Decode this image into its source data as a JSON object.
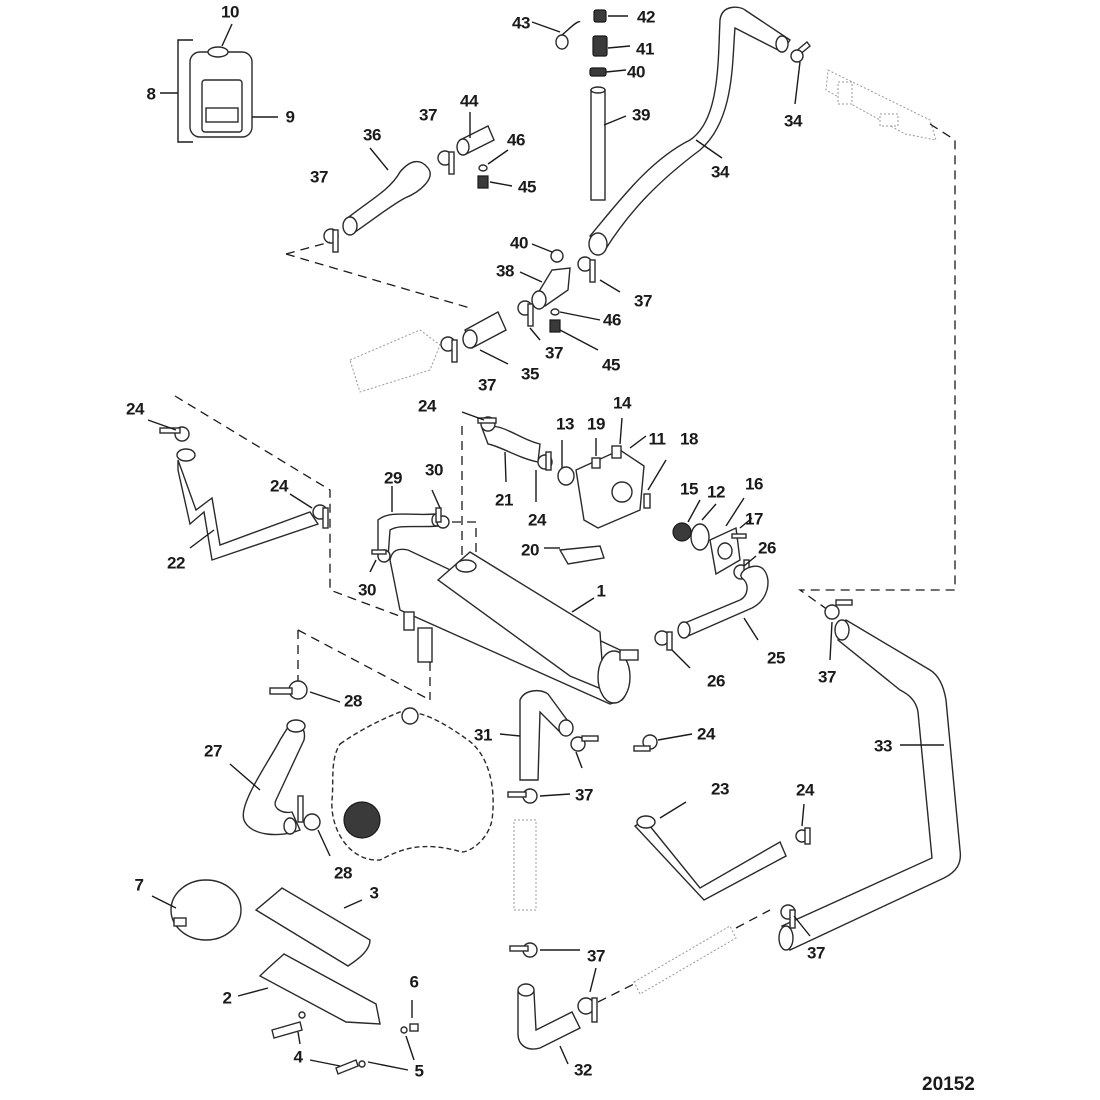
{
  "diagram": {
    "title": "Closed Cooling System Exploded Parts Diagram",
    "figure_number": "20152",
    "parts": [
      {
        "id": "1",
        "name": "heat-exchanger"
      },
      {
        "id": "2",
        "name": "bracket-lower"
      },
      {
        "id": "3",
        "name": "bracket-upper"
      },
      {
        "id": "4",
        "name": "screw"
      },
      {
        "id": "5",
        "name": "washer"
      },
      {
        "id": "6",
        "name": "nut"
      },
      {
        "id": "7",
        "name": "band-clamp"
      },
      {
        "id": "8",
        "name": "reservoir-assembly"
      },
      {
        "id": "9",
        "name": "reservoir-bottle"
      },
      {
        "id": "10",
        "name": "reservoir-cap"
      },
      {
        "id": "11",
        "name": "thermostat-housing"
      },
      {
        "id": "12",
        "name": "o-ring"
      },
      {
        "id": "13",
        "name": "fitting"
      },
      {
        "id": "14",
        "name": "plug"
      },
      {
        "id": "15",
        "name": "thermostat"
      },
      {
        "id": "16",
        "name": "thermostat-cover"
      },
      {
        "id": "17",
        "name": "screw"
      },
      {
        "id": "18",
        "name": "screw"
      },
      {
        "id": "19",
        "name": "plug"
      },
      {
        "id": "20",
        "name": "gasket"
      },
      {
        "id": "21",
        "name": "hose"
      },
      {
        "id": "22",
        "name": "hose"
      },
      {
        "id": "23",
        "name": "hose"
      },
      {
        "id": "24",
        "name": "hose-clamp"
      },
      {
        "id": "25",
        "name": "hose"
      },
      {
        "id": "26",
        "name": "hose-clamp"
      },
      {
        "id": "27",
        "name": "hose"
      },
      {
        "id": "28",
        "name": "hose-clamp"
      },
      {
        "id": "29",
        "name": "hose"
      },
      {
        "id": "30",
        "name": "hose-clamp"
      },
      {
        "id": "31",
        "name": "hose"
      },
      {
        "id": "32",
        "name": "hose"
      },
      {
        "id": "33",
        "name": "hose"
      },
      {
        "id": "34",
        "name": "hose-and-clamp"
      },
      {
        "id": "35",
        "name": "hose"
      },
      {
        "id": "36",
        "name": "hose"
      },
      {
        "id": "37",
        "name": "hose-clamp"
      },
      {
        "id": "38",
        "name": "tee-fitting"
      },
      {
        "id": "39",
        "name": "hose"
      },
      {
        "id": "40",
        "name": "hose-clamp"
      },
      {
        "id": "41",
        "name": "fitting"
      },
      {
        "id": "42",
        "name": "cap"
      },
      {
        "id": "43",
        "name": "tether"
      },
      {
        "id": "44",
        "name": "hose"
      },
      {
        "id": "45",
        "name": "drain-fitting"
      },
      {
        "id": "46",
        "name": "o-ring"
      }
    ],
    "callouts": [
      {
        "label": "10"
      },
      {
        "label": "8"
      },
      {
        "label": "9"
      },
      {
        "label": "43"
      },
      {
        "label": "42"
      },
      {
        "label": "41"
      },
      {
        "label": "40"
      },
      {
        "label": "39"
      },
      {
        "label": "34"
      },
      {
        "label": "34"
      },
      {
        "label": "44"
      },
      {
        "label": "37"
      },
      {
        "label": "36"
      },
      {
        "label": "46"
      },
      {
        "label": "37"
      },
      {
        "label": "45"
      },
      {
        "label": "40"
      },
      {
        "label": "38"
      },
      {
        "label": "37"
      },
      {
        "label": "46"
      },
      {
        "label": "37"
      },
      {
        "label": "45"
      },
      {
        "label": "37"
      },
      {
        "label": "35"
      },
      {
        "label": "24"
      },
      {
        "label": "24"
      },
      {
        "label": "22"
      },
      {
        "label": "24"
      },
      {
        "label": "13"
      },
      {
        "label": "19"
      },
      {
        "label": "14"
      },
      {
        "label": "11"
      },
      {
        "label": "18"
      },
      {
        "label": "30"
      },
      {
        "label": "29"
      },
      {
        "label": "21"
      },
      {
        "label": "24"
      },
      {
        "label": "15"
      },
      {
        "label": "12"
      },
      {
        "label": "16"
      },
      {
        "label": "17"
      },
      {
        "label": "20"
      },
      {
        "label": "26"
      },
      {
        "label": "30"
      },
      {
        "label": "1"
      },
      {
        "label": "25"
      },
      {
        "label": "37"
      },
      {
        "label": "28"
      },
      {
        "label": "26"
      },
      {
        "label": "27"
      },
      {
        "label": "31"
      },
      {
        "label": "24"
      },
      {
        "label": "33"
      },
      {
        "label": "37"
      },
      {
        "label": "23"
      },
      {
        "label": "24"
      },
      {
        "label": "28"
      },
      {
        "label": "7"
      },
      {
        "label": "3"
      },
      {
        "label": "37"
      },
      {
        "label": "2"
      },
      {
        "label": "6"
      },
      {
        "label": "37"
      },
      {
        "label": "4"
      },
      {
        "label": "5"
      },
      {
        "label": "32"
      }
    ]
  }
}
